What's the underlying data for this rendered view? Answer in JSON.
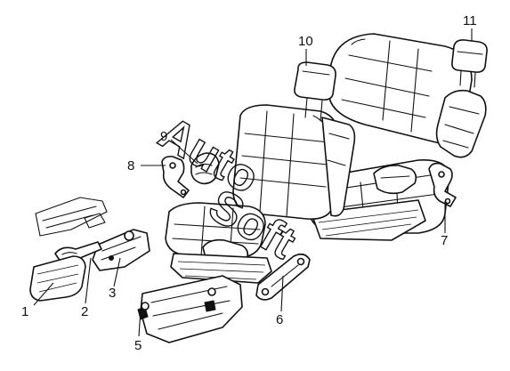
{
  "callouts": {
    "c1": "1",
    "c2": "2",
    "c3": "3",
    "c5": "5",
    "c6": "6",
    "c7": "7",
    "c8": "8",
    "c9": "9",
    "c10": "10",
    "c11": "11"
  },
  "watermark": {
    "text1": "Auto",
    "text2": "Soft"
  },
  "colors": {
    "ink": "#111111",
    "paper": "#ffffff"
  }
}
